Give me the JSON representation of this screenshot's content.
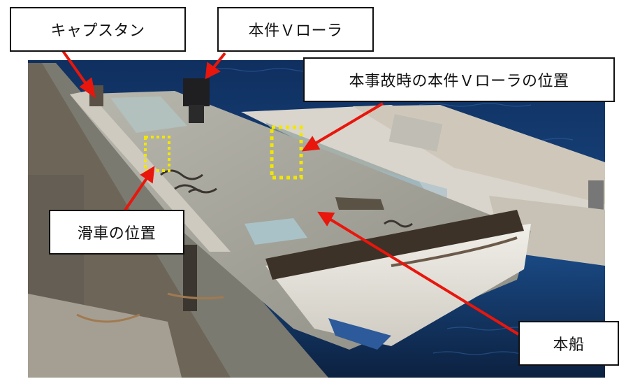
{
  "labels": {
    "capstan": "キャプスタン",
    "v_roller": "本件Ｖローラ",
    "v_roller_position": "本事故時の本件Ｖローラの位置",
    "pulley_position": "滑車の位置",
    "vessel": "本船"
  },
  "colors": {
    "arrow": "#e8160c",
    "highlight_box": "#f2e600",
    "water": "#123a6e",
    "hull": "#e9e6df",
    "deck": "#a9a89d"
  },
  "icons": {
    "photo": "harbor-boats-photo"
  }
}
